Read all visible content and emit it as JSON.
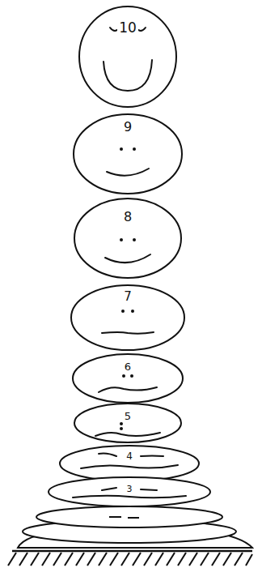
{
  "diagram": {
    "nodes": [
      {
        "text": [
          "10"
        ]
      },
      {
        "text": [
          "9"
        ]
      },
      {
        "text": [
          "8"
        ]
      },
      {
        "text": [
          "7"
        ]
      },
      {
        "text": [
          "6"
        ]
      },
      {
        "text": [
          "5"
        ]
      },
      {
        "text": [
          "4"
        ]
      },
      {
        "text": [
          "3"
        ]
      }
    ]
  }
}
